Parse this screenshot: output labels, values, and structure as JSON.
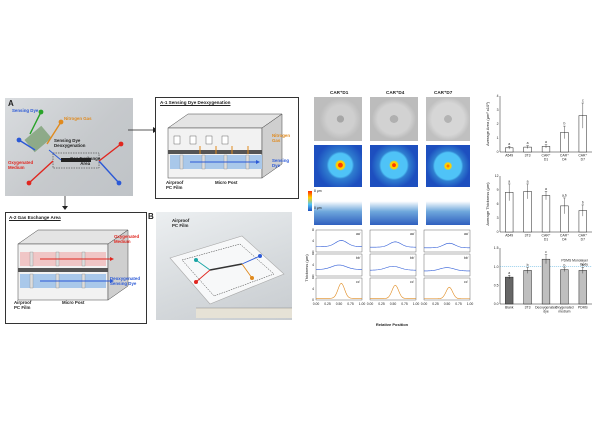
{
  "left": {
    "panel_a": "A",
    "panel_b": "B",
    "device_labels": {
      "sensing_dye": "Sensing Dye",
      "nitrogen_gas": "Nitrogen Gas",
      "deoxygenation": "Sensing Dye\nDeoxygenation",
      "gas_exchange": "Gas Exchange\nArea",
      "oxygenated": "Oxygenated\nMedium"
    },
    "a1": {
      "title": "A-1 Sensing Dye Deoxygenation",
      "nitrogen": "Nitrogen\nGas",
      "sensing": "Sensing\nDye",
      "airproof": "Airproof\nPC Film",
      "micropost": "Micro Post"
    },
    "a2": {
      "title": "A-2 Gas Exchange Area",
      "oxygenated": "Oxygenated\nMedium",
      "deoxy": "Deoxygenated\nSensing Dye",
      "airproof": "Airproof\nPC Film",
      "micropost": "Micro Post"
    },
    "b": {
      "airproof": "Airproof\nPC Film"
    }
  },
  "middle": {
    "col_titles": [
      "CAR⁺D1",
      "CAR⁺D4",
      "CAR⁺D7"
    ],
    "colorbar_top": "8 μm",
    "colorbar_bottom": "0 μm",
    "profile_labels": [
      "aa'",
      "bb'",
      "cc'"
    ],
    "ylabel": "Thickness (μm)",
    "xlabel": "Relative Position",
    "xticks": [
      "0.00",
      "0.25",
      "0.50",
      "0.75",
      "1.00"
    ],
    "yticks": [
      "0",
      "4",
      "8"
    ]
  },
  "chart_data": [
    {
      "type": "bar",
      "ylabel": "Average Area (μm² x10³)",
      "categories": [
        "A549",
        "3T3",
        "CAR⁺\nD1",
        "CAR⁺\nD4",
        "CAR⁺\nD7"
      ],
      "values": [
        0.3,
        0.35,
        0.4,
        1.4,
        2.6
      ],
      "errors": [
        0.1,
        0.1,
        0.12,
        0.45,
        0.9
      ],
      "sig": [
        "a",
        "a",
        "a",
        "b",
        "c"
      ],
      "ylim": [
        0,
        4
      ],
      "yticks": [
        "0",
        "1",
        "2",
        "3",
        "4"
      ]
    },
    {
      "type": "bar",
      "ylabel": "Average Thickness (μm)",
      "categories": [
        "A549",
        "3T3",
        "CAR⁺\nD1",
        "CAR⁺\nD4",
        "CAR⁺\nD7"
      ],
      "values": [
        8.5,
        8.7,
        7.8,
        5.6,
        4.6
      ],
      "errors": [
        1.8,
        1.6,
        0.9,
        1.7,
        1.2
      ],
      "sig": [
        "a",
        "a",
        "a",
        "a,b",
        "b"
      ],
      "ylim": [
        0,
        12
      ],
      "yticks": [
        "0",
        "3",
        "6",
        "9",
        "12"
      ]
    },
    {
      "type": "bar",
      "ylabel": "",
      "categories": [
        "Blank",
        "3T3",
        "Deoxygenated\ndye",
        "Oxygenated\nmedium",
        "PDMS"
      ],
      "values": [
        0.72,
        0.9,
        1.2,
        0.92,
        0.9
      ],
      "errors": [
        0.05,
        0.08,
        0.12,
        0.05,
        0.08
      ],
      "sig": [
        "a",
        "b",
        "c",
        "b",
        "b"
      ],
      "ylim": [
        0,
        1.5
      ],
      "yticks": [
        "0.0",
        "0.5",
        "1.0",
        "1.5"
      ],
      "reference_label": "PDMS Monolayer\nBody"
    }
  ]
}
